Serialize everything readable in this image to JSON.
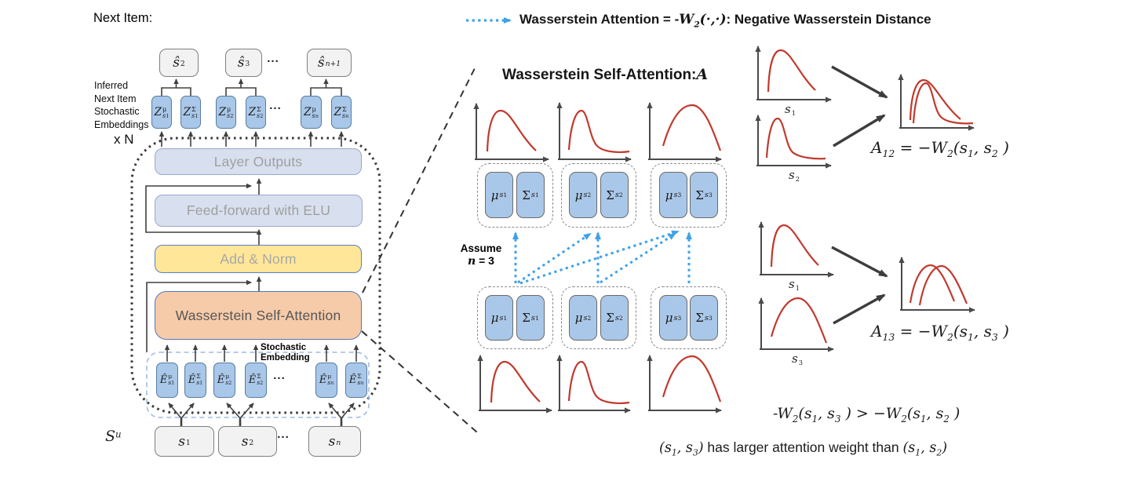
{
  "colors": {
    "embedding_blue": "#A9C7E8",
    "embedding_blue_border": "#587CA0",
    "item_gray": "#F2F2F2",
    "item_gray_border": "#7F7F7F",
    "layer_lavender": "#D8DFEE",
    "add_norm_yellow": "#FFE699",
    "attention_orange": "#F6CBA9",
    "block_blue_border": "#5577BB",
    "muted_label": "#A0A0A0",
    "wsa_label": "#565656",
    "attention_arrow_blue": "#3FA2E8",
    "distribution_red": "#C03A2E",
    "axis_gray": "#4A4A4A",
    "line_dark": "#3A3A3A"
  },
  "left": {
    "next_item_label": "Next Item:",
    "inferred_lines": [
      "Inferred",
      "Next Item",
      "Stochastic",
      "Embeddings"
    ],
    "xn_label": "x N",
    "su_label": {
      "base": "S",
      "sup": "u"
    },
    "dots": "...",
    "shat_boxes": [
      {
        "base": "ŝ",
        "idx": "2"
      },
      {
        "base": "ŝ",
        "idx": "3"
      },
      {
        "base": "ŝ",
        "idx": "n+1"
      }
    ],
    "z_boxes": [
      {
        "base": "Z",
        "sup": "μ",
        "sub": "s",
        "idx": "1"
      },
      {
        "base": "Z",
        "sup": "Σ",
        "sub": "s",
        "idx": "1"
      },
      {
        "base": "Z",
        "sup": "μ",
        "sub": "s",
        "idx": "2"
      },
      {
        "base": "Z",
        "sup": "Σ",
        "sub": "s",
        "idx": "2"
      },
      {
        "base": "Z",
        "sup": "μ",
        "sub": "s",
        "idx": "n"
      },
      {
        "base": "Z",
        "sup": "Σ",
        "sub": "s",
        "idx": "n"
      }
    ],
    "blocks": {
      "layer_outputs": "Layer Outputs",
      "feed_forward": "Feed-forward with ELU",
      "add_norm": "Add & Norm",
      "wsa": "Wasserstein Self-Attention"
    },
    "stochastic_label_lines": [
      "Stochastic",
      "Embedding"
    ],
    "e_boxes": [
      {
        "base": "Ê",
        "sup": "μ",
        "sub": "s",
        "idx": "1"
      },
      {
        "base": "Ê",
        "sup": "Σ",
        "sub": "s",
        "idx": "1"
      },
      {
        "base": "Ê",
        "sup": "μ",
        "sub": "s",
        "idx": "2"
      },
      {
        "base": "Ê",
        "sup": "Σ",
        "sub": "s",
        "idx": "2"
      },
      {
        "base": "Ê",
        "sup": "μ",
        "sub": "s",
        "idx": "n"
      },
      {
        "base": "Ê",
        "sup": "Σ",
        "sub": "s",
        "idx": "n"
      }
    ],
    "s_boxes": [
      {
        "base": "s",
        "idx": "1"
      },
      {
        "base": "s",
        "idx": "2"
      },
      {
        "base": "s",
        "idx": "n"
      }
    ]
  },
  "legend": {
    "html": "Wasserstein Attention = -<span class='mser'>W<sub>2</sub>(·,·)</span>: Negative Wasserstein Distance"
  },
  "middle": {
    "title_html": "Wasserstein Self-Attention:<span class='mser'>A</span>",
    "assume_line1": "Assume",
    "assume_line2_html": "<span class='mser'>n</span> = 3",
    "mu_sigma": [
      {
        "base": "μ",
        "sub": "s",
        "idx": "1"
      },
      {
        "base": "Σ",
        "sub": "s",
        "idx": "1"
      },
      {
        "base": "μ",
        "sub": "s",
        "idx": "2"
      },
      {
        "base": "Σ",
        "sub": "s",
        "idx": "2"
      },
      {
        "base": "μ",
        "sub": "s",
        "idx": "3"
      },
      {
        "base": "Σ",
        "sub": "s",
        "idx": "3"
      }
    ]
  },
  "right": {
    "group1": {
      "input_labels": [
        {
          "base": "s",
          "idx": "1"
        },
        {
          "base": "s",
          "idx": "2"
        }
      ],
      "formula_html": "A<sub>12</sub> = −W<sub>2</sub>(s<sub>1</sub>, s<sub>2</sub> )"
    },
    "group2": {
      "input_labels": [
        {
          "base": "s",
          "idx": "1"
        },
        {
          "base": "s",
          "idx": "3"
        }
      ],
      "formula_html": "A<sub>13</sub> = −W<sub>2</sub>(s<sub>1</sub>, s<sub>3</sub> )"
    },
    "inequality_html": "-W<sub>2</sub>(s<sub>1</sub>, s<sub>3</sub> ) > −W<sub>2</sub>(s<sub>1</sub>, s<sub>2</sub> )",
    "conclusion_html": "<span class='mser'>(s<sub>1</sub>, s<sub>3</sub>)</span> has larger attention weight than <span class='mser'>(s<sub>1</sub>, s<sub>2</sub>)</span>"
  }
}
